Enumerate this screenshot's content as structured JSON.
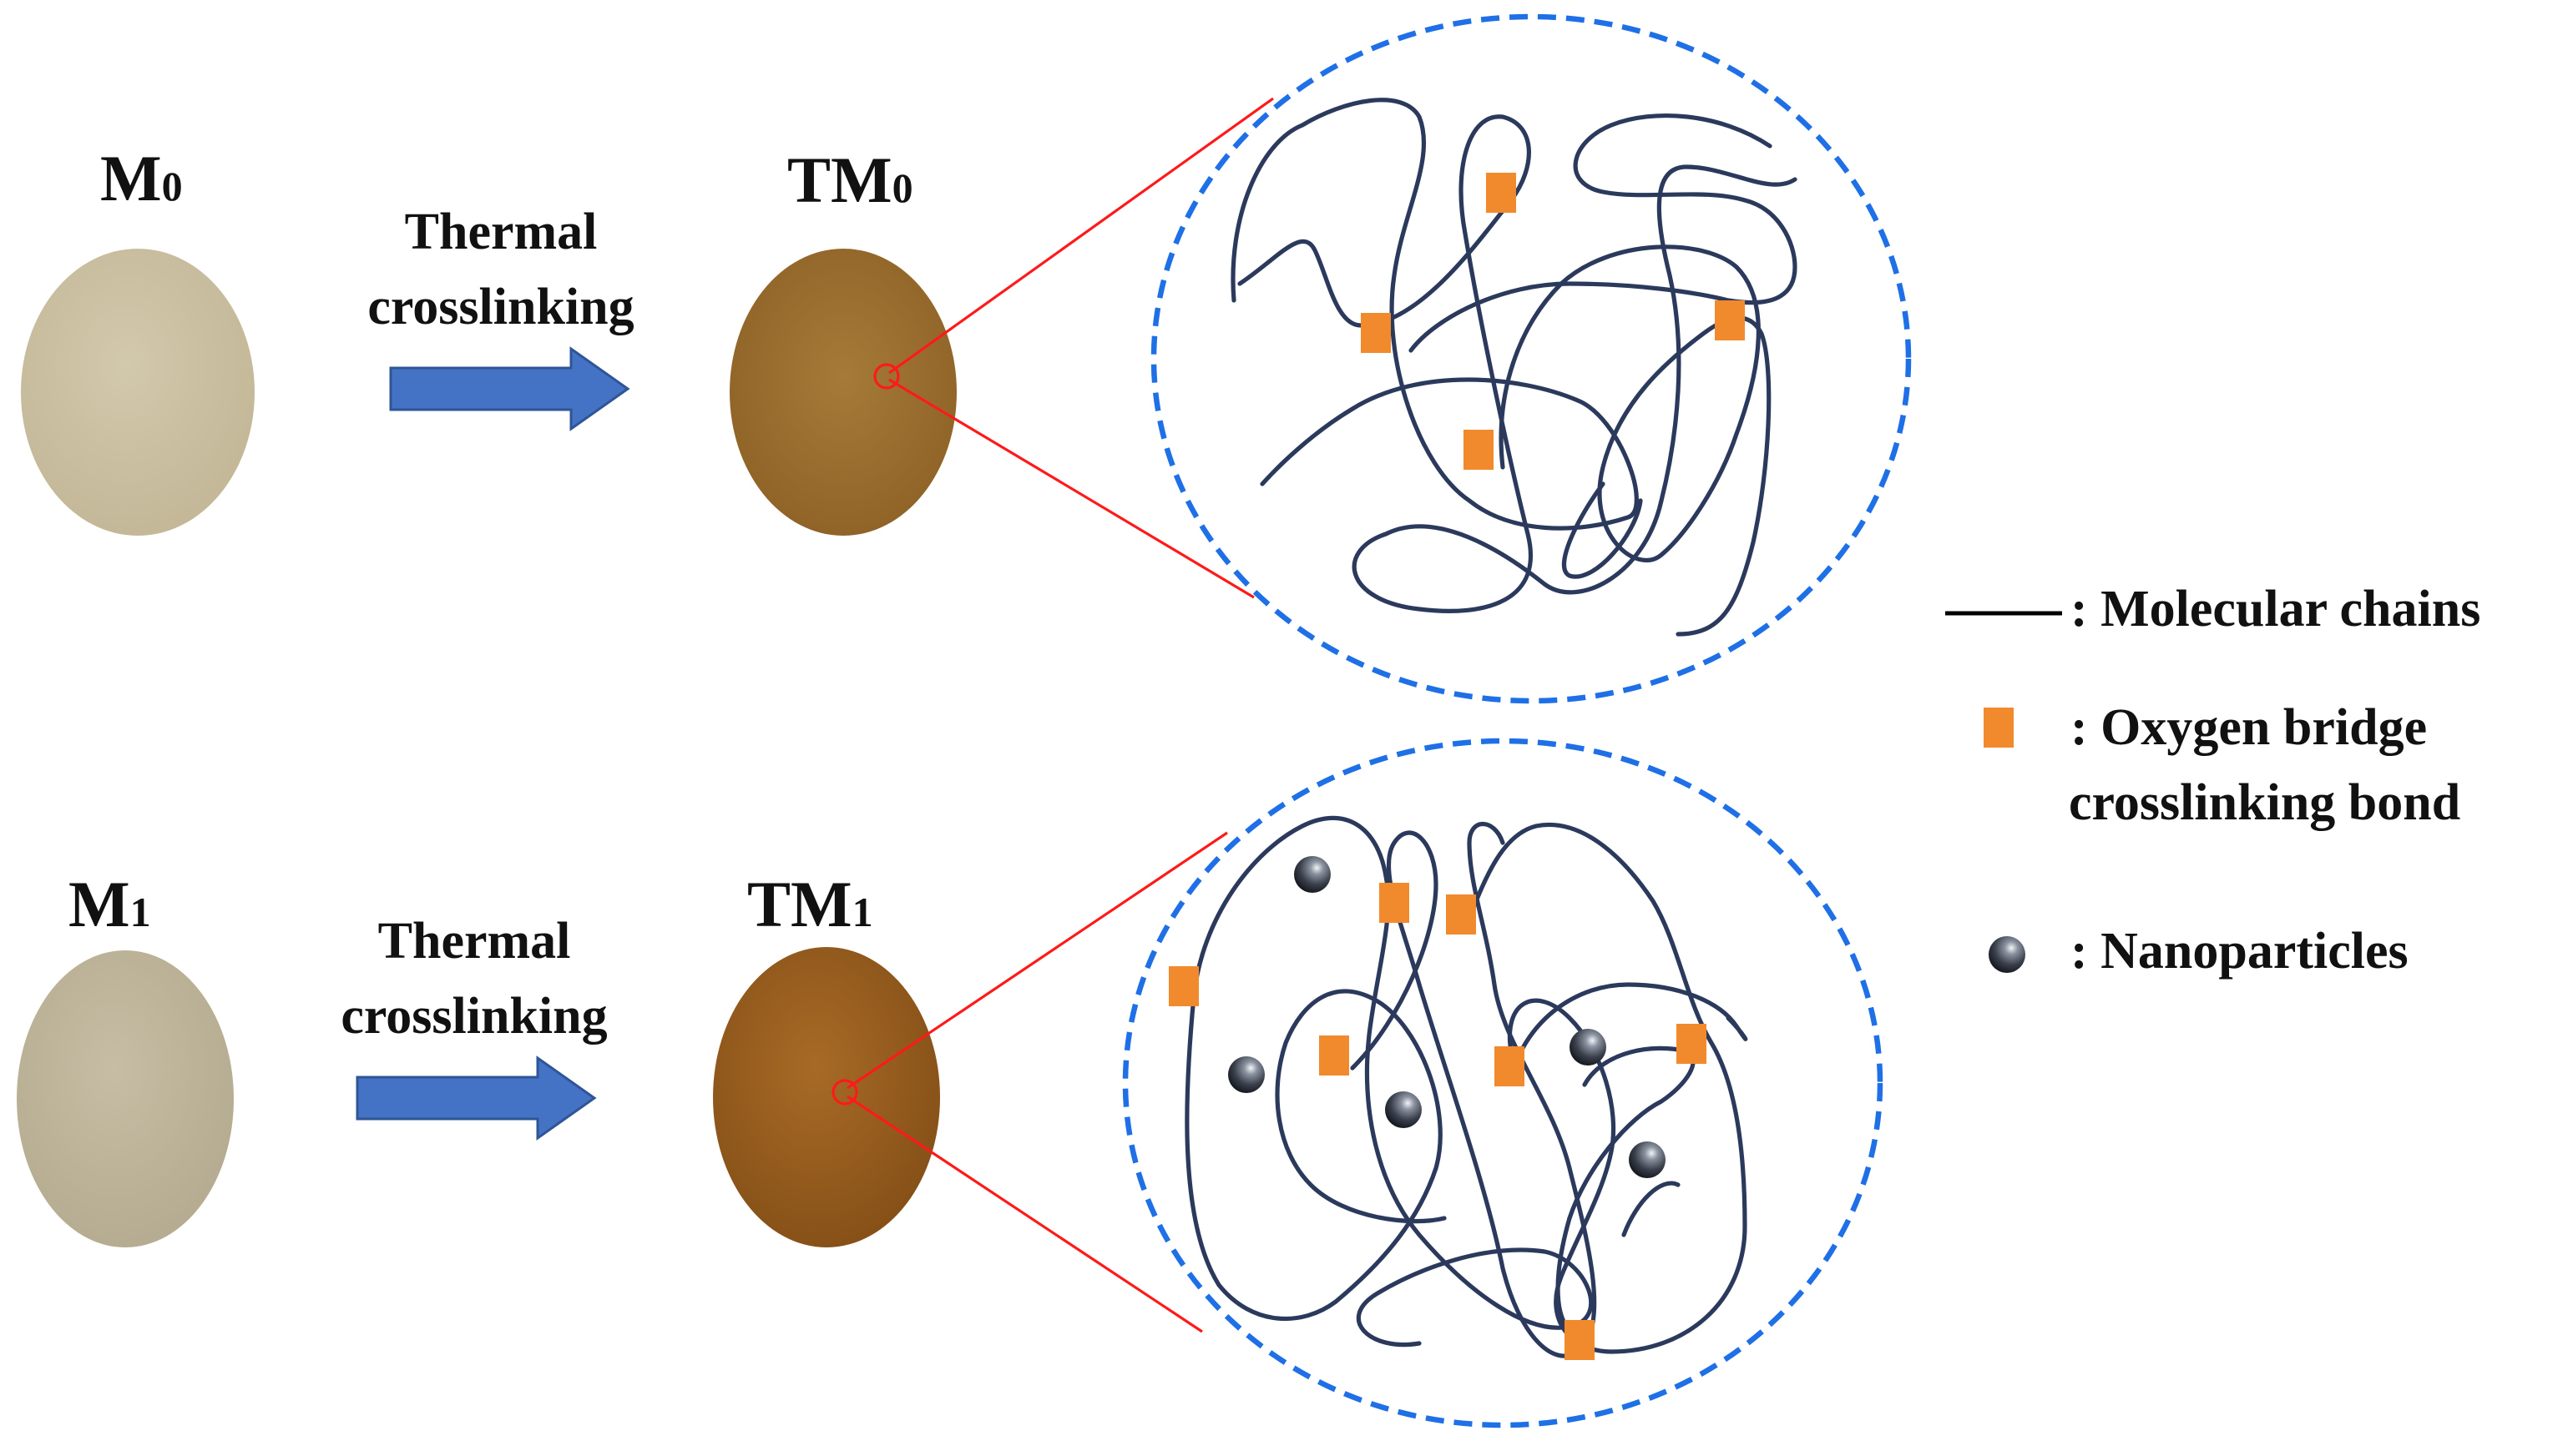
{
  "rows": [
    {
      "id": "row0",
      "sample_before": {
        "label": "M",
        "subscript": "0",
        "color": "#c9bea0"
      },
      "process": {
        "line1": "Thermal",
        "line2": "crosslinking",
        "arrow_color": "#4472c4"
      },
      "sample_after": {
        "label": "TM",
        "subscript": "0",
        "color": "#9c6d2e"
      }
    },
    {
      "id": "row1",
      "sample_before": {
        "label": "M",
        "subscript": "1",
        "color": "#bcb39a"
      },
      "process": {
        "line1": "Thermal",
        "line2": "crosslinking",
        "arrow_color": "#4472c4"
      },
      "sample_after": {
        "label": "TM",
        "subscript": "1",
        "color": "#9b5f1e"
      }
    }
  ],
  "legend": {
    "chain": {
      "text": ": Molecular chains",
      "color": "#000000"
    },
    "bond": {
      "line1": ": Oxygen bridge",
      "line2": "crosslinking bond",
      "color": "#f08a2c"
    },
    "nano": {
      "text": ": Nanoparticles",
      "color": "#2a2e38"
    }
  },
  "colors": {
    "chain": "#2b3a5c",
    "zoom_lines": "#ff1a1a",
    "magnify_border": "#1f6fe6",
    "bond": "#f08a2c"
  }
}
